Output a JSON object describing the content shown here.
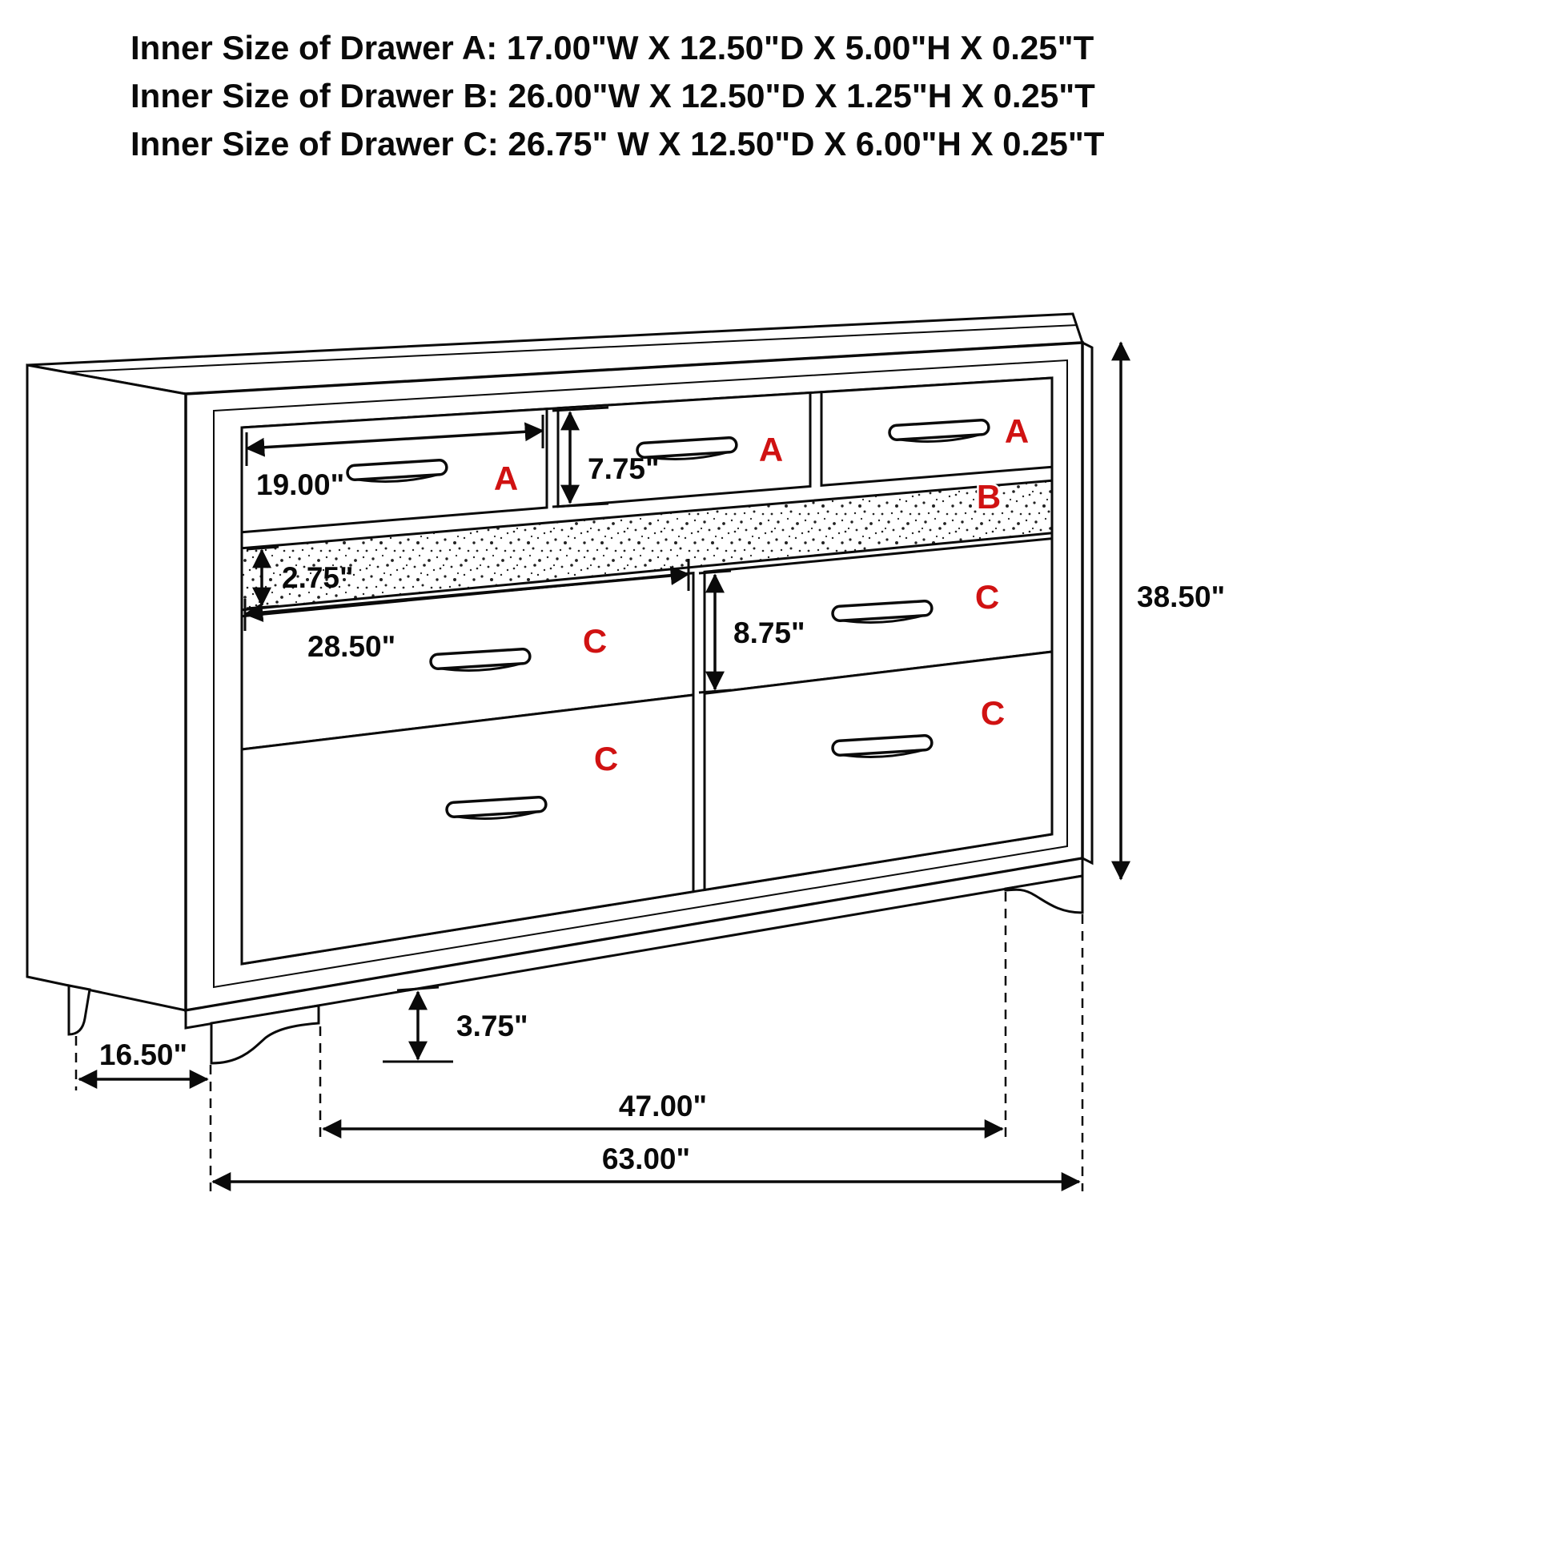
{
  "title_block": {
    "line1": "Inner Size of Drawer A: 17.00\"W X 12.50\"D X 5.00\"H X 0.25\"T",
    "line2": "Inner Size of Drawer B: 26.00\"W X 12.50\"D X 1.25\"H X 0.25\"T",
    "line3": "Inner Size of Drawer C: 26.75\" W X 12.50\"D X 6.00\"H X 0.25\"T"
  },
  "colors": {
    "drawer_letter": "#d01212",
    "line": "#0a0a0a",
    "background": "#ffffff"
  },
  "drawer_letters": {
    "a1": "A",
    "a2": "A",
    "a3": "A",
    "b": "B",
    "c_left_top": "C",
    "c_left_bottom": "C",
    "c_right_top": "C",
    "c_right_bottom": "C"
  },
  "dimensions": {
    "drawer_a_width": "19.00\"",
    "drawer_a_height": "7.75\"",
    "drawer_b_height": "2.75\"",
    "drawer_c_width": "28.50\"",
    "drawer_c_height": "8.75\"",
    "overall_height": "38.50\"",
    "leg_height": "3.75\"",
    "side_depth": "16.50\"",
    "leg_to_leg_width": "47.00\"",
    "overall_width": "63.00\""
  }
}
